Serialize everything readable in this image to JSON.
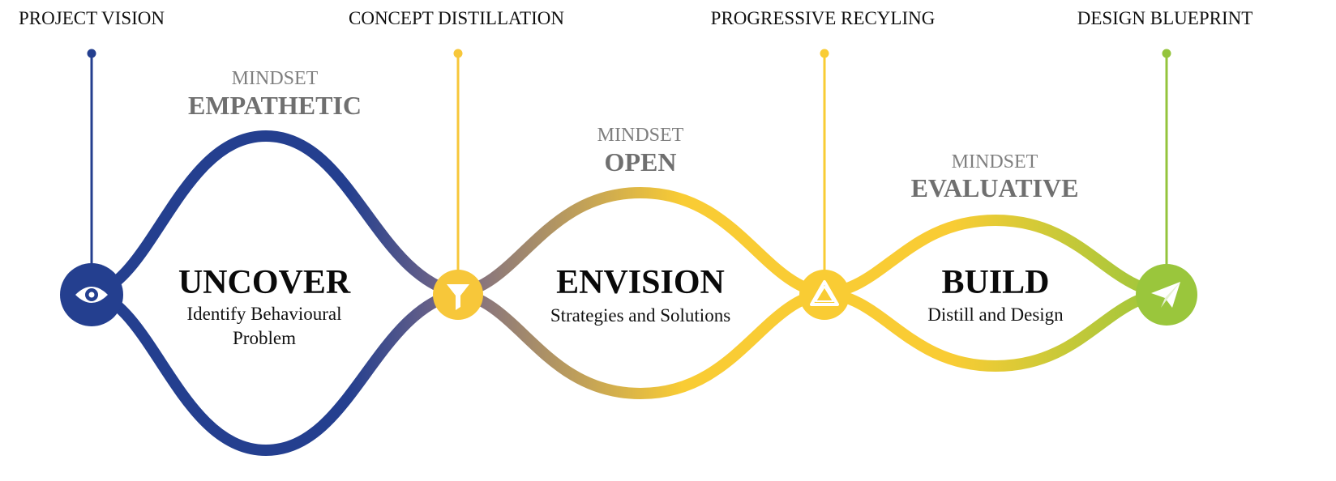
{
  "milestones": [
    {
      "label": "PROJECT VISION",
      "icon": "eye-icon",
      "color": "#243f8f"
    },
    {
      "label": "CONCEPT DISTILLATION",
      "icon": "funnel-icon",
      "color": "#f7c73a"
    },
    {
      "label": "PROGRESSIVE RECYLING",
      "icon": "recycle-icon",
      "color": "#f9cc34"
    },
    {
      "label": "DESIGN BLUEPRINT",
      "icon": "paper-plane-icon",
      "color": "#94c43c"
    }
  ],
  "phases": [
    {
      "mindset_label": "MINDSET",
      "mindset": "EMPATHETIC",
      "title": "UNCOVER",
      "subtitle_line1": "Identify Behavioural",
      "subtitle_line2": "Problem"
    },
    {
      "mindset_label": "MINDSET",
      "mindset": "OPEN",
      "title": "ENVISION",
      "subtitle_line1": "Strategies and Solutions",
      "subtitle_line2": ""
    },
    {
      "mindset_label": "MINDSET",
      "mindset": "EVALUATIVE",
      "title": "BUILD",
      "subtitle_line1": "Distill and Design",
      "subtitle_line2": ""
    }
  ],
  "colors": {
    "navy": "#243f8f",
    "mauve": "#7a6a86",
    "yellow": "#f9cc34",
    "green": "#9ac63c",
    "mindset_text": "#6f6f6f"
  }
}
